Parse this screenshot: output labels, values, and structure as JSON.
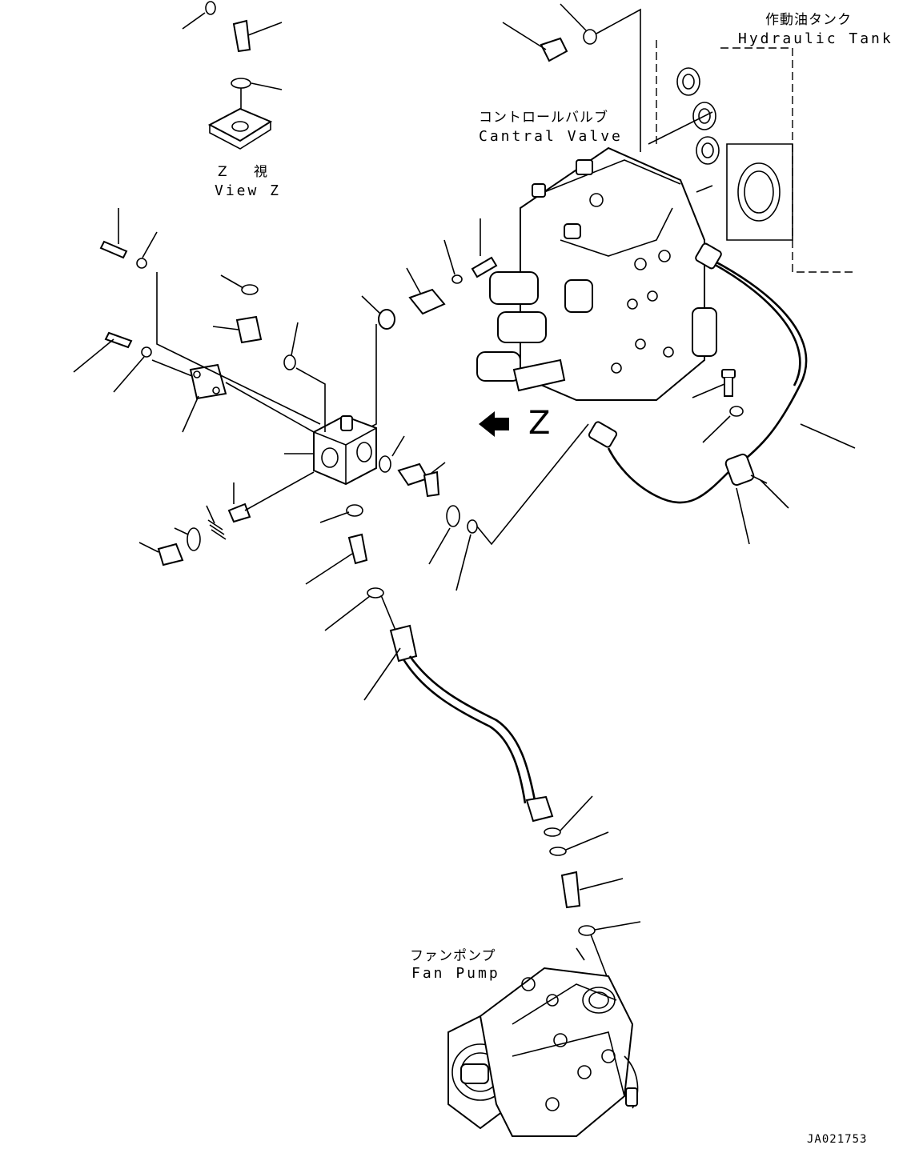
{
  "labels": {
    "hydraulic_tank_jp": "作動油タンク",
    "hydraulic_tank_en": "Hydraulic Tank",
    "control_valve_jp": "コントロールバルブ",
    "control_valve_en": "Cantral Valve",
    "view_z_jp": "Z 視",
    "view_z_en": "View Z",
    "z_arrow": "Z",
    "fan_pump_jp": "ファンポンプ",
    "fan_pump_en": "Fan Pump",
    "drawing_code": "JA021753"
  }
}
